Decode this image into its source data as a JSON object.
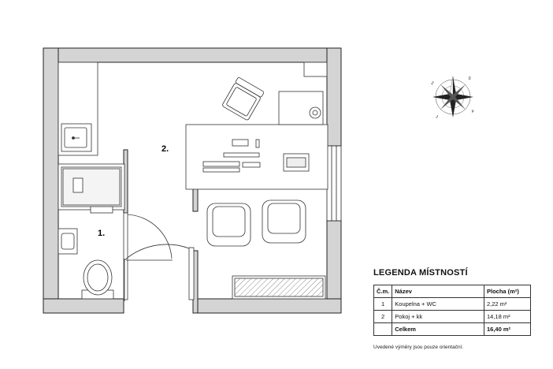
{
  "rooms_plan": [
    {
      "label": "1."
    },
    {
      "label": "2."
    }
  ],
  "legend": {
    "title": "LEGENDA MÍSTNOSTÍ",
    "headers": {
      "num": "Č.m.",
      "name": "Název",
      "area": "Plocha (m²)"
    },
    "rows": [
      {
        "num": "1",
        "name": "Koupelna + WC",
        "area": "2,22 m²"
      },
      {
        "num": "2",
        "name": "Pokoj + kk",
        "area": "14,18 m²"
      }
    ],
    "total": {
      "label": "Celkem",
      "area": "16,40 m²"
    },
    "note": "Uvedené výměry jsou pouze orientační."
  },
  "compass": {
    "letters": [
      "S",
      "V",
      "J",
      "Z"
    ]
  }
}
